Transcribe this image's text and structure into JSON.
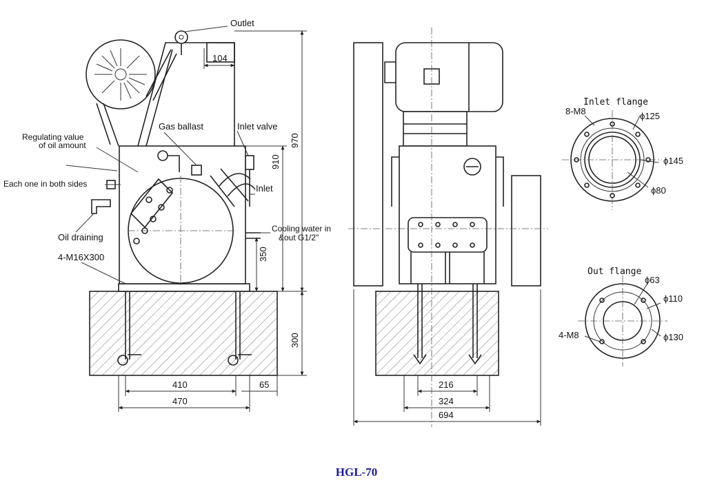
{
  "title": "HGL-70",
  "side_view": {
    "labels": {
      "outlet": "Outlet",
      "gas_ballast": "Gas ballast",
      "inlet_valve": "Inlet valve",
      "regulating_1": "Regulating value",
      "regulating_2": "of oil amount",
      "each_side": "Each one in both sides",
      "inlet": "Inlet",
      "cooling_1": "Cooling water in",
      "cooling_2": "&out G1/2\"",
      "oil_draining": "Oil draining",
      "bolts": "4-M16X300"
    },
    "dims": {
      "d104": "104",
      "d970": "970",
      "d910": "910",
      "d350": "350",
      "d300": "300",
      "d410": "410",
      "d470": "470",
      "d65": "65"
    }
  },
  "front_view": {
    "dims": {
      "d216": "216",
      "d324": "324",
      "d694": "694"
    }
  },
  "inlet_flange": {
    "title": "Inlet flange",
    "holes": "8-M8",
    "d125": "ϕ125",
    "d145": "ϕ145",
    "d80": "ϕ80"
  },
  "out_flange": {
    "title": "Out flange",
    "holes": "4-M8",
    "d63": "ϕ63",
    "d110": "ϕ110",
    "d130": "ϕ130"
  }
}
